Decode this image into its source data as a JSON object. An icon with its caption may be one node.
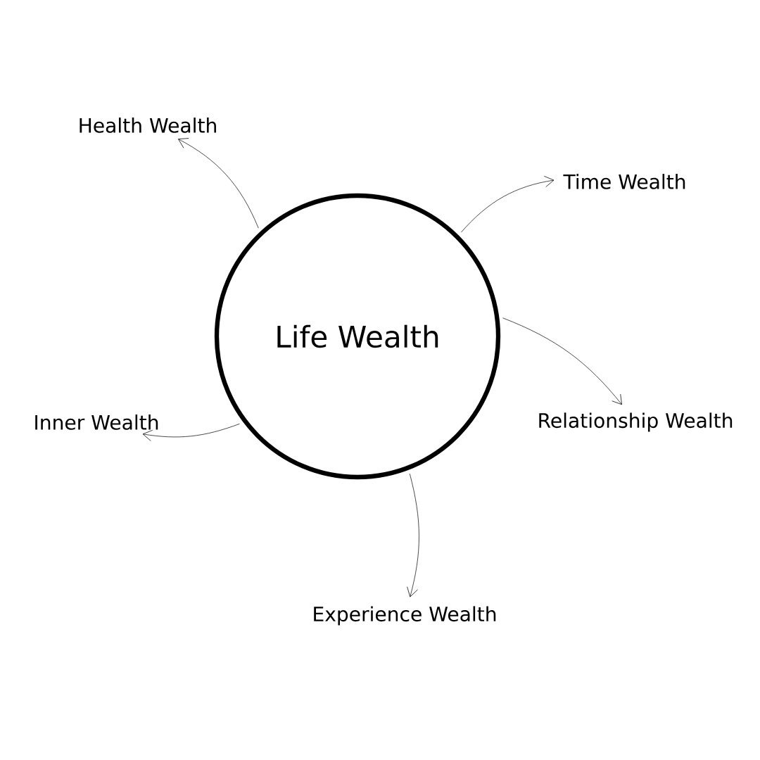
{
  "diagram": {
    "nodes": [
      {
        "text": [
          "Health Wealth"
        ]
      },
      {
        "text": [
          "Time Wealth"
        ]
      },
      {
        "text": [
          "Life Wealth"
        ]
      },
      {
        "text": [
          "Relationship Wealth"
        ]
      },
      {
        "text": [
          "Inner Wealth"
        ]
      },
      {
        "text": [
          "Experience Wealth"
        ]
      }
    ],
    "edges": [
      {
        "from": 2,
        "to": 0,
        "arrow": "to"
      },
      {
        "from": 2,
        "to": 1,
        "arrow": "to"
      },
      {
        "from": 2,
        "to": 3,
        "arrow": "to"
      },
      {
        "from": 2,
        "to": 4,
        "arrow": "to"
      },
      {
        "from": 2,
        "to": 5,
        "arrow": "to"
      }
    ]
  }
}
